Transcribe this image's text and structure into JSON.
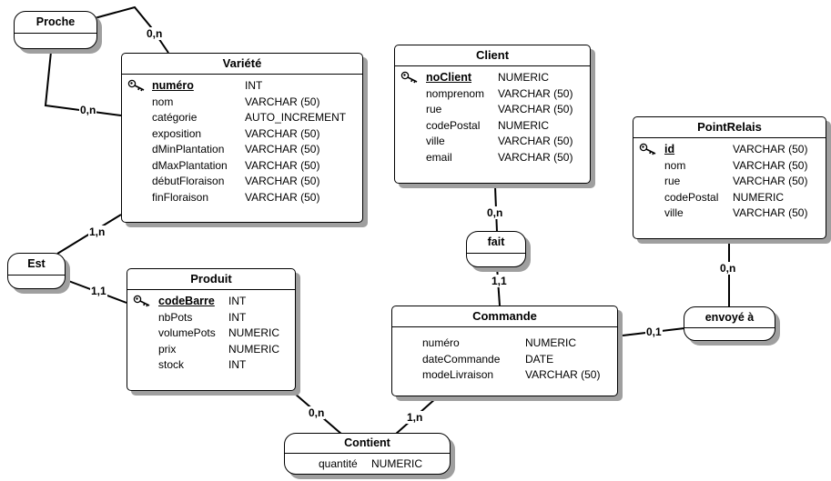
{
  "entities": {
    "variete": {
      "name": "Variété",
      "attributes": [
        {
          "name": "numéro",
          "type": "INT",
          "key": true
        },
        {
          "name": "nom",
          "type": "VARCHAR (50)"
        },
        {
          "name": "catégorie",
          "type": "AUTO_INCREMENT"
        },
        {
          "name": "exposition",
          "type": "VARCHAR (50)"
        },
        {
          "name": "dMinPlantation",
          "type": "VARCHAR (50)"
        },
        {
          "name": "dMaxPlantation",
          "type": "VARCHAR (50)"
        },
        {
          "name": "débutFloraison",
          "type": "VARCHAR (50)"
        },
        {
          "name": "finFloraison",
          "type": "VARCHAR (50)"
        }
      ]
    },
    "client": {
      "name": "Client",
      "attributes": [
        {
          "name": "noClient",
          "type": "NUMERIC",
          "key": true
        },
        {
          "name": "nomprenom",
          "type": "VARCHAR (50)"
        },
        {
          "name": "rue",
          "type": "VARCHAR (50)"
        },
        {
          "name": "codePostal",
          "type": "NUMERIC"
        },
        {
          "name": "ville",
          "type": "VARCHAR (50)"
        },
        {
          "name": "email",
          "type": "VARCHAR (50)"
        }
      ]
    },
    "pointrelais": {
      "name": "PointRelais",
      "attributes": [
        {
          "name": "id",
          "type": "VARCHAR (50)",
          "key": true
        },
        {
          "name": "nom",
          "type": "VARCHAR (50)"
        },
        {
          "name": "rue",
          "type": "VARCHAR (50)"
        },
        {
          "name": "codePostal",
          "type": "NUMERIC"
        },
        {
          "name": "ville",
          "type": "VARCHAR (50)"
        }
      ]
    },
    "produit": {
      "name": "Produit",
      "attributes": [
        {
          "name": "codeBarre",
          "type": "INT",
          "key": true
        },
        {
          "name": "nbPots",
          "type": "INT"
        },
        {
          "name": "volumePots",
          "type": "NUMERIC"
        },
        {
          "name": "prix",
          "type": "NUMERIC"
        },
        {
          "name": "stock",
          "type": "INT"
        }
      ]
    },
    "commande": {
      "name": "Commande",
      "attributes": [
        {
          "name": "numéro",
          "type": "NUMERIC"
        },
        {
          "name": "dateCommande",
          "type": "DATE"
        },
        {
          "name": "modeLivraison",
          "type": "VARCHAR (50)"
        }
      ]
    }
  },
  "associations": {
    "proche": {
      "name": "Proche"
    },
    "est": {
      "name": "Est"
    },
    "fait": {
      "name": "fait"
    },
    "envoye": {
      "name": "envoyé à"
    },
    "contient": {
      "name": "Contient",
      "attributes": [
        {
          "name": "quantité",
          "type": "NUMERIC"
        }
      ]
    }
  },
  "cardinalities": {
    "proche_variete_1": "0,n",
    "proche_variete_2": "0,n",
    "est_variete": "1,n",
    "est_produit": "1,1",
    "fait_client": "0,n",
    "fait_commande": "1,1",
    "envoye_pointrelais": "0,n",
    "envoye_commande": "0,1",
    "contient_produit": "0,n",
    "contient_commande": "1,n"
  }
}
